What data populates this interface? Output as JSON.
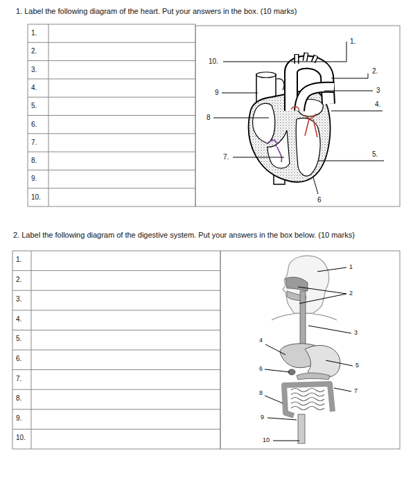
{
  "diagram": {
    "labels": [
      "1.   Label the following diagram of the heart.  Put your answers in the box.  (10 marks)",
      "1.",
      "2.",
      "3.",
      "4.",
      "5.",
      "6.",
      "7.",
      "8.",
      "9.",
      "10.",
      "1.",
      "2.",
      "3",
      "4.",
      "5.",
      "6",
      "7.",
      "8",
      "9",
      "10.",
      "2.   Label the following diagram of the digestive system.  Put your answers in the box below.  (10 marks)",
      "1.",
      "2.",
      "3.",
      "4.",
      "5.",
      "6.",
      "7.",
      "8.",
      "9.",
      "10.",
      "1",
      "2",
      "3",
      "4",
      "5",
      "6",
      "7",
      "8",
      "9",
      "10"
    ]
  }
}
